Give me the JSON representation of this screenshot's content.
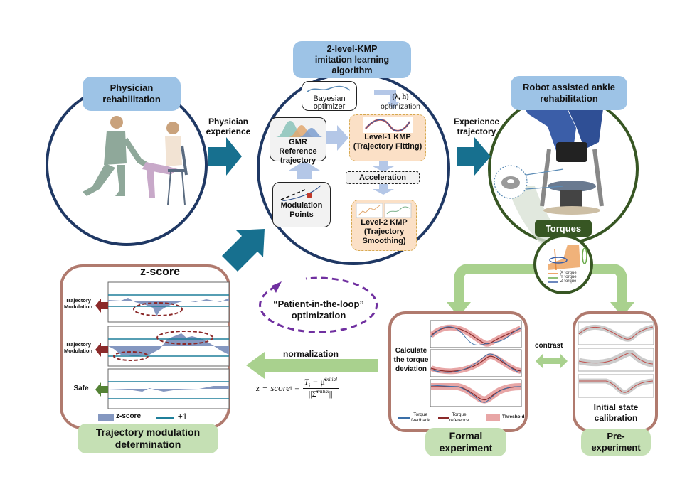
{
  "top_title": "2-level-KMP imitation learning algorithm",
  "top_title_lines": [
    "2-level-KMP",
    "imitation learning",
    "algorithm"
  ],
  "physician": {
    "title_lines": [
      "Physician",
      "rehabilitation"
    ],
    "arrow_label_lines": [
      "Physician",
      "experience"
    ]
  },
  "algorithm": {
    "bayesian_lines": [
      "Bayesian",
      "optimizer"
    ],
    "optimization_lines": [
      "(λ, h)",
      "optimization"
    ],
    "gmr_lines": [
      "GMR Reference",
      "trajectory"
    ],
    "level1_lines": [
      "Level-1 KMP",
      "(Trajectory Fitting)"
    ],
    "acceleration": "Acceleration",
    "modulation_lines": [
      "Modulation",
      "Points"
    ],
    "level2_lines": [
      "Level-2 KMP",
      "(Trajectory",
      "Smoothing)"
    ]
  },
  "robot": {
    "title_lines": [
      "Robot assisted ankle",
      "rehabilitation"
    ],
    "arrow_label_lines": [
      "Experience",
      "trajectory"
    ],
    "torques_label": "Torques",
    "torque_legend": [
      "X torque",
      "Y torque",
      "Z torque"
    ],
    "torque_colors": [
      "#e8893a",
      "#6aaa4a",
      "#3a5fa8"
    ]
  },
  "zscore": {
    "title": "z-score",
    "rows": [
      {
        "label_lines": [
          "Trajectory",
          "Modulation"
        ],
        "status": "modulation"
      },
      {
        "label_lines": [
          "Trajectory",
          "Modulation"
        ],
        "status": "modulation"
      },
      {
        "label_lines": [
          "Safe"
        ],
        "status": "safe"
      }
    ],
    "legend": {
      "fill": "z-score",
      "line": "±1"
    },
    "footer_lines": [
      "Trajectory modulation",
      "determination"
    ]
  },
  "loop": {
    "lines": [
      "“Patient-in-the-loop”",
      "optimization"
    ]
  },
  "normalization": {
    "label": "normalization",
    "formula_lhs": "z − score",
    "formula_sub": "i",
    "formula_num": "T",
    "formula_mu": "μ̂",
    "formula_sup": "Initial",
    "formula_den": "||Σ̂",
    "formula_den_end": "||"
  },
  "formal": {
    "side_lines": [
      "Calculate",
      "the torque",
      "deviation"
    ],
    "legend": [
      "Torque feedback",
      "Torque reference",
      "Threshold"
    ],
    "legend_lines": [
      [
        "Torque",
        "feedback"
      ],
      [
        "Torque",
        "reference"
      ],
      [
        "Threshold"
      ]
    ],
    "footer_lines": [
      "Formal",
      "experiment"
    ]
  },
  "contrast": "contrast",
  "pre": {
    "caption_lines": [
      "Initial state",
      "calibration"
    ],
    "footer_lines": [
      "Pre-",
      "experiment"
    ]
  },
  "colors": {
    "navy": "#1f3864",
    "teal_arrow": "#17708f",
    "light_blue": "#9dc3e6",
    "dark_green": "#375623",
    "light_green": "#a9d18e",
    "green_box": "#c5e0b4",
    "brown": "#b07a6e",
    "orange_box": "#fbe0c6",
    "dark_red": "#8b2a2a",
    "purple": "#7030a0",
    "zscore_fill": "#8497c0",
    "threshold_line": "#1f7f9a"
  }
}
